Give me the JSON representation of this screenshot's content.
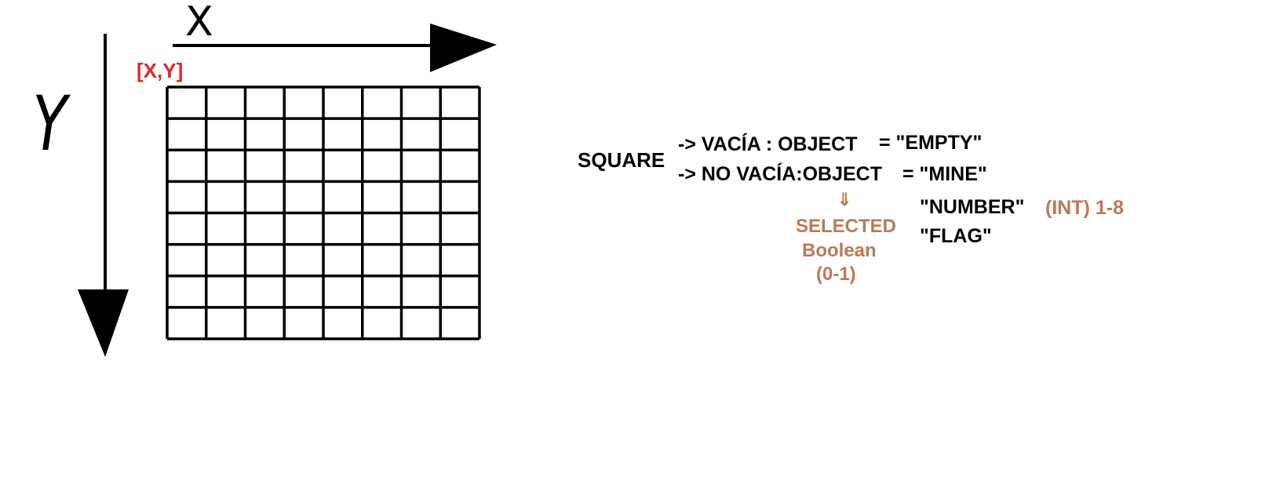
{
  "axes": {
    "x_label": "X",
    "y_label": "Y",
    "origin_label": "[X,Y]"
  },
  "grid": {
    "columns": 8,
    "rows": 8
  },
  "square": {
    "title": "SQUARE",
    "empty_branch": "-> VACÍA : OBJECT",
    "empty_value": "= \"EMPTY\"",
    "nonempty_branch": "-> NO VACÍA:OBJECT",
    "nonempty_value": "= \"MINE\"",
    "number_value": "\"NUMBER\"",
    "number_type": "(INT) 1-8",
    "flag_value": "\"FLAG\"",
    "arrow_glyph": "⇓",
    "selected_label": "SELECTED",
    "selected_type": "Boolean",
    "selected_range": "(0-1)"
  },
  "colors": {
    "ink": "#000000",
    "origin": "#e8232a",
    "annotation": "#b97a57"
  }
}
